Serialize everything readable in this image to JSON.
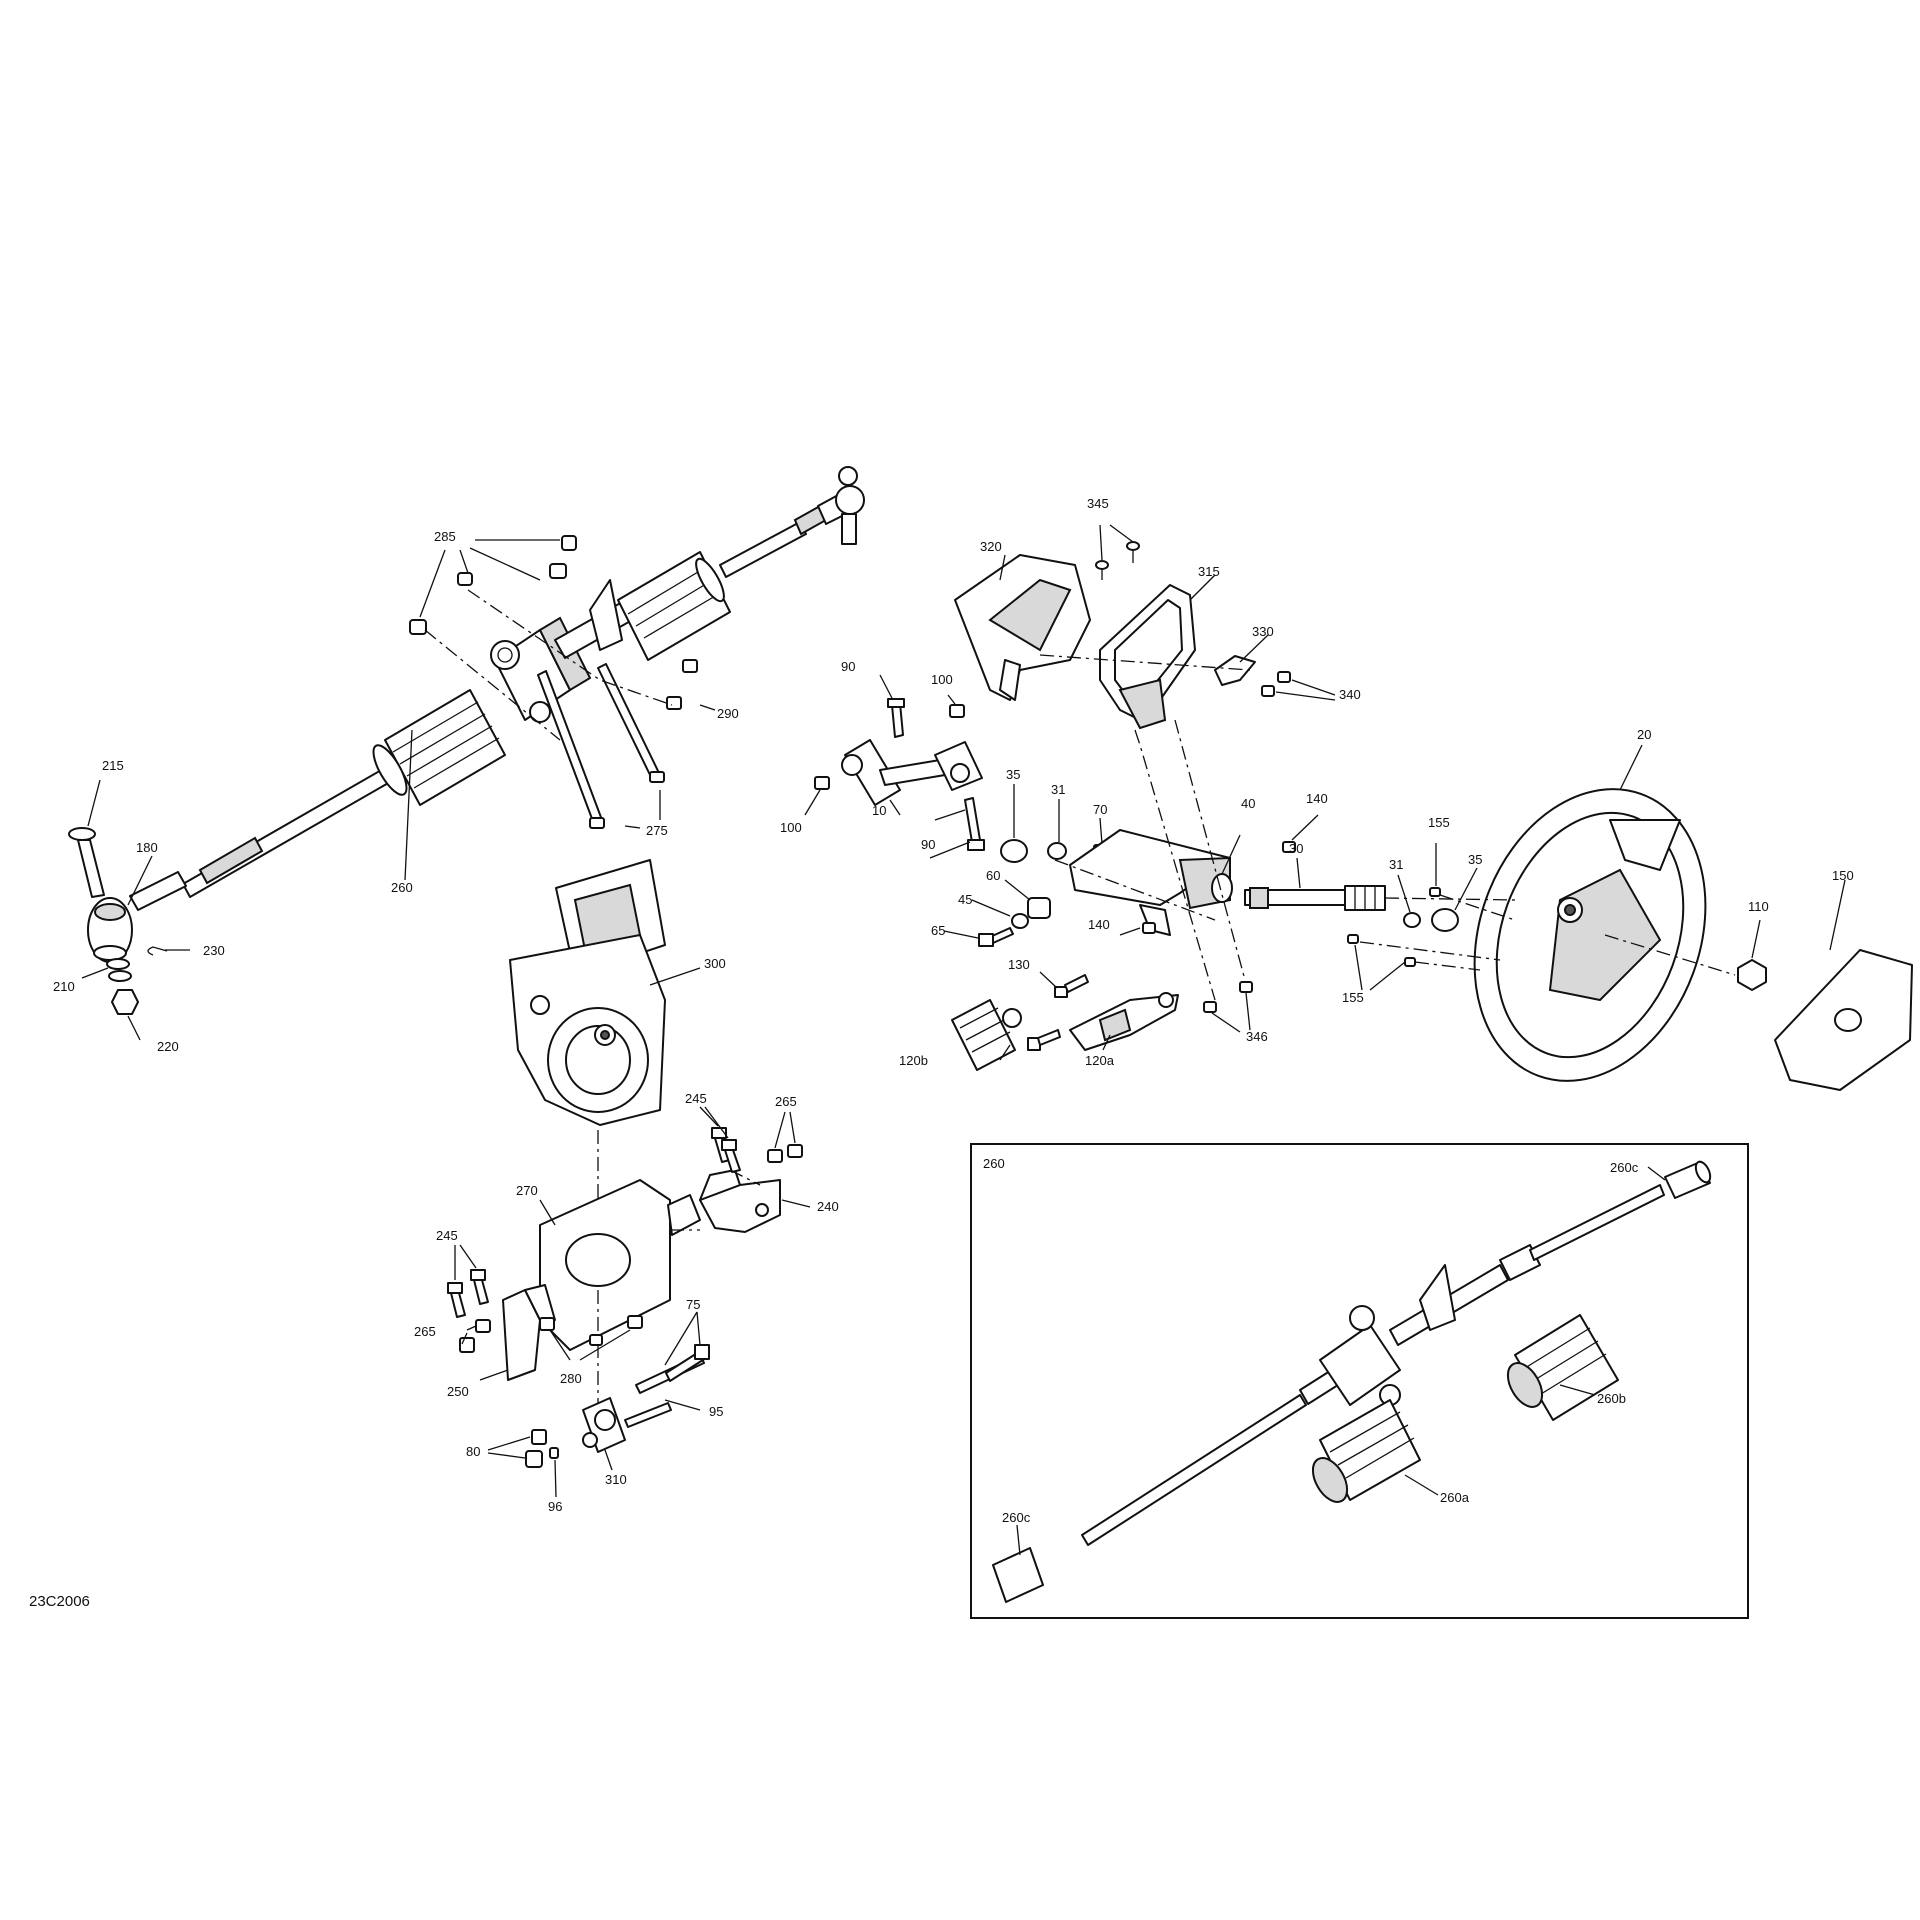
{
  "diagram_code": "23C2006",
  "inset": {
    "title": "260"
  },
  "callouts": {
    "c10": "10",
    "c20": "20",
    "c30": "30",
    "c31a": "31",
    "c31b": "31",
    "c35a": "35",
    "c35b": "35",
    "c40": "40",
    "c45": "45",
    "c60": "60",
    "c65": "65",
    "c70": "70",
    "c75": "75",
    "c80": "80",
    "c90a": "90",
    "c90b": "90",
    "c95": "95",
    "c96": "96",
    "c100a": "100",
    "c100b": "100",
    "c110": "110",
    "c120a": "120a",
    "c120b": "120b",
    "c130": "130",
    "c140a": "140",
    "c140b": "140",
    "c150": "150",
    "c155a": "155",
    "c155b": "155",
    "c180": "180",
    "c210": "210",
    "c215": "215",
    "c220": "220",
    "c230": "230",
    "c240": "240",
    "c245a": "245",
    "c245b": "245",
    "c250": "250",
    "c260": "260",
    "c260a": "260a",
    "c260b": "260b",
    "c260c1": "260c",
    "c260c2": "260c",
    "c265a": "265",
    "c265b": "265",
    "c270": "270",
    "c275": "275",
    "c280": "280",
    "c285": "285",
    "c290": "290",
    "c300": "300",
    "c310": "310",
    "c315": "315",
    "c320": "320",
    "c330": "330",
    "c340": "340",
    "c345": "345",
    "c346": "346"
  }
}
